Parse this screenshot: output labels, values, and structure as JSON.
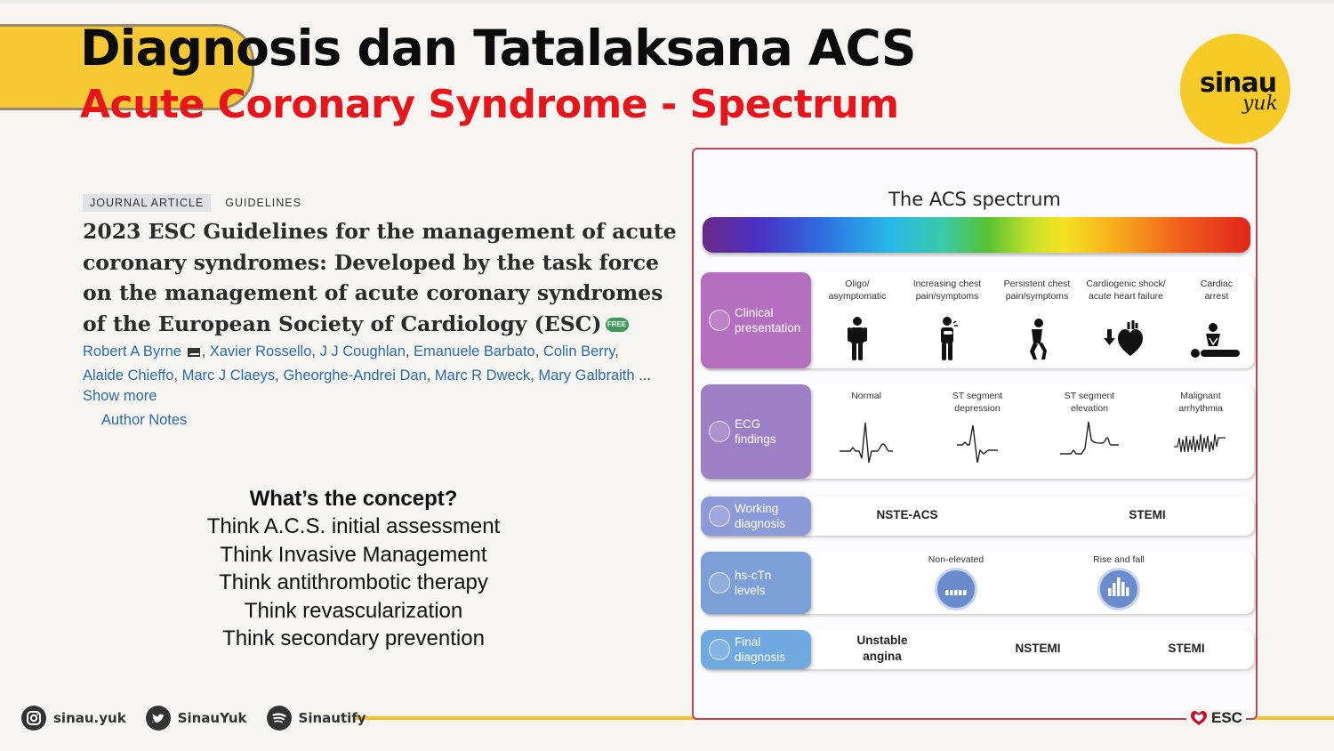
{
  "slide": {
    "title": "Diagnosis dan Tatalaksana ACS",
    "subtitle": "Acute Coronary Syndrome - Spectrum",
    "logo_main": "sinau",
    "logo_sub": "yuk"
  },
  "article": {
    "tags": [
      "JOURNAL ARTICLE",
      "GUIDELINES"
    ],
    "title": "2023 ESC Guidelines for the management of acute coronary syndromes: Developed by the task force on the management of acute coronary syndromes of the European Society of Cardiology (ESC)",
    "free_badge": "FREE",
    "authors_line1": [
      "Robert A Byrne",
      "Xavier Rossello",
      "J J Coughlan",
      "Emanuele Barbato",
      "Colin Berry"
    ],
    "authors_line2": [
      "Alaide Chieffo",
      "Marc J Claeys",
      "Gheorghe-Andrei Dan",
      "Marc R Dweck",
      "Mary Galbraith"
    ],
    "ellipsis": "...",
    "show_more": "Show more",
    "author_notes": "Author Notes"
  },
  "concept": {
    "question": "What’s the concept?",
    "lines": [
      "Think A.C.S. initial assessment",
      "Think Invasive Management",
      "Think antithrombotic therapy",
      "Think revascularization",
      "Think secondary prevention"
    ]
  },
  "footer": {
    "instagram": "sinau.yuk",
    "twitter": "SinauYuk",
    "spotify": "Sinautify"
  },
  "figure": {
    "title": "The ACS spectrum",
    "esc_label": "ESC",
    "rows": {
      "clinical": {
        "label": "Clinical\npresentation",
        "items": [
          "Oligo/\nasymptomatic",
          "Increasing chest\npain/symptoms",
          "Persistent chest\npain/symptoms",
          "Cardiogenic shock/\nacute heart failure",
          "Cardiac\narrest"
        ]
      },
      "ecg": {
        "label": "ECG\nfindings",
        "items": [
          "Normal",
          "ST segment\ndepression",
          "ST segment\nelevation",
          "Malignant\narrhythmia"
        ]
      },
      "working": {
        "label": "Working\ndiagnosis",
        "items": [
          "NSTE-ACS",
          "STEMI"
        ]
      },
      "tn": {
        "label": "hs-cTn\nlevels",
        "items": [
          "Non-elevated",
          "Rise and fall"
        ]
      },
      "final": {
        "label": "Final\ndiagnosis",
        "items": [
          "Unstable\nangina",
          "NSTEMI",
          "STEMI"
        ]
      }
    }
  },
  "colors": {
    "title_accent": "#e6141b",
    "brand_yellow": "#f6cb28",
    "link_blue": "#2c6ca5",
    "figure_border": "#b9485a"
  }
}
